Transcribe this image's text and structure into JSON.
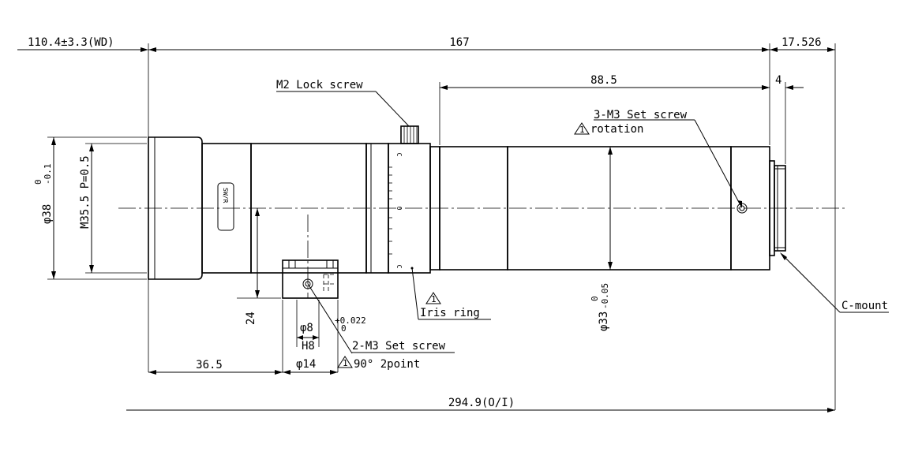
{
  "dimensions": {
    "wd": "110.4±3.3(WD)",
    "total_length": "167",
    "back": "17.526",
    "rear_section": "88.5",
    "flange": "4",
    "mount_from_front": "36.5",
    "overall": "294.9(O/I)",
    "mount_height": "24",
    "pin_dia": "φ8",
    "pin_tol_upper": "+0.022",
    "pin_tol_lower": "0",
    "pin_fit": "H8",
    "pad_dia": "φ14",
    "front_dia": "φ38",
    "front_dia_tol_upper": "0",
    "front_dia_tol_lower": "-0.1",
    "filter_thread": "M35.5 P=0.5",
    "barrel_dia": "φ33",
    "barrel_dia_tol_upper": "0",
    "barrel_dia_tol_lower": "-0.05"
  },
  "callouts": {
    "m2_lock": "M2 Lock screw",
    "set3_line1": "3-M3 Set screw",
    "set3_note_num": "1",
    "set3_line2": "rotation",
    "iris_note_num": "1",
    "iris": "Iris ring",
    "set2_line1": "2-M3 Set screw",
    "set2_note_num": "1",
    "set2_line2": "90° 2point",
    "cmount": "C-mount"
  },
  "lens_marks": {
    "label": "SW/R",
    "iris_c_top": "C",
    "iris_o": "O",
    "iris_c_bottom": "C"
  }
}
